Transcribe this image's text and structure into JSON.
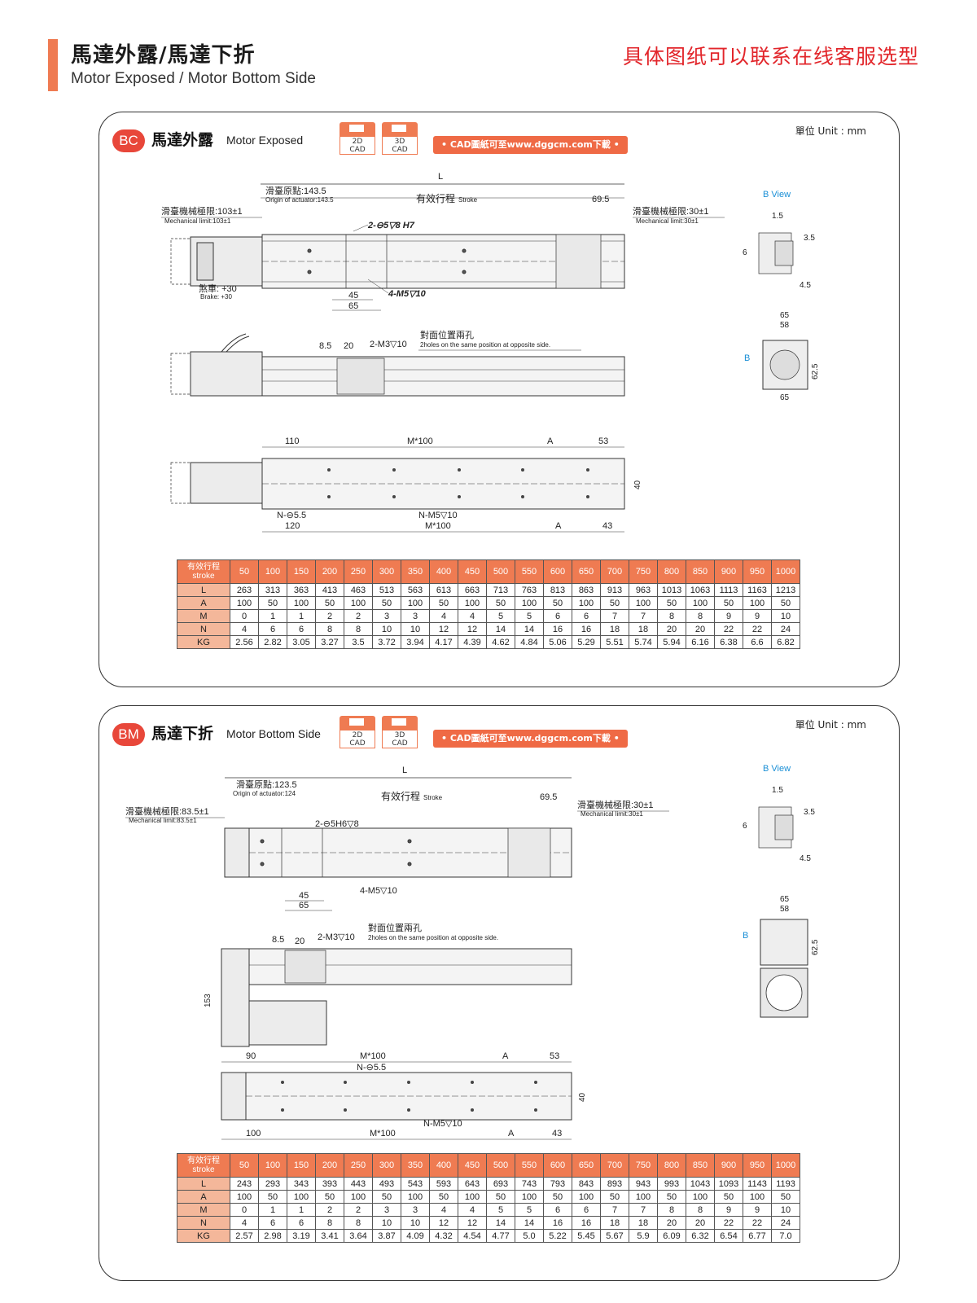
{
  "header": {
    "title": "馬達外露/馬達下折",
    "subtitle": "Motor Exposed / Motor Bottom Side",
    "right_note": "具体图纸可以联系在线客服选型"
  },
  "colors": {
    "accent": "#ef7b52",
    "badge": "#e8473a",
    "red_text": "#e2262b"
  },
  "panels": [
    {
      "badge": "BC",
      "title": "馬達外露",
      "title_en": "Motor Exposed",
      "cad2d": "2D\nCAD",
      "cad2d_a": "2D",
      "cad2d_b": "CAD",
      "cad3d_a": "3D",
      "cad3d_b": "CAD",
      "download": "• CAD圖紙可至www.dggcm.com下載 •",
      "unit": "單位 Unit : mm",
      "drawing": {
        "L": "L",
        "origin": "滑臺原點:143.5",
        "origin_en": "Origin of actuator:143.5",
        "stroke": "有效行程",
        "stroke_en": "Stroke",
        "d695": "69.5",
        "mech_left": "滑臺機械極限:103±1",
        "mech_left_en": "Mechanical limit:103±1",
        "mech_right": "滑臺機械極限:30±1",
        "mech_right_en": "Mechanical limit:30±1",
        "hole1": "2-⊖5▽8 H7",
        "hole2": "4-M5▽10",
        "brake": "煞車: +30",
        "brake_en": "Brake: +30",
        "d45": "45",
        "d65": "65",
        "d85": "8.5",
        "d20": "20",
        "m3": "2-M3▽10",
        "opp": "對面位置兩孔",
        "opp_en": "2holes on the same position at opposite side.",
        "d110": "110",
        "m100": "M*100",
        "a": "A",
        "d53": "53",
        "n55": "N-⊖5.5",
        "nm5": "N-M5▽10",
        "d120": "120",
        "m100b": "M*100",
        "a2": "A",
        "d43": "43",
        "d40": "40",
        "bview": "B  View",
        "v15": "1.5",
        "v35": "3.5",
        "v6": "6",
        "v45": "4.5",
        "v65": "65",
        "v58": "58",
        "vb": "B",
        "v625": "62.5",
        "v65b": "65"
      },
      "table": {
        "head_label_a": "有效行程",
        "head_label_b": "stroke",
        "strokes": [
          "50",
          "100",
          "150",
          "200",
          "250",
          "300",
          "350",
          "400",
          "450",
          "500",
          "550",
          "600",
          "650",
          "700",
          "750",
          "800",
          "850",
          "900",
          "950",
          "1000"
        ],
        "rows": [
          {
            "label": "L",
            "values": [
              "263",
              "313",
              "363",
              "413",
              "463",
              "513",
              "563",
              "613",
              "663",
              "713",
              "763",
              "813",
              "863",
              "913",
              "963",
              "1013",
              "1063",
              "1113",
              "1163",
              "1213"
            ]
          },
          {
            "label": "A",
            "values": [
              "100",
              "50",
              "100",
              "50",
              "100",
              "50",
              "100",
              "50",
              "100",
              "50",
              "100",
              "50",
              "100",
              "50",
              "100",
              "50",
              "100",
              "50",
              "100",
              "50"
            ]
          },
          {
            "label": "M",
            "values": [
              "0",
              "1",
              "1",
              "2",
              "2",
              "3",
              "3",
              "4",
              "4",
              "5",
              "5",
              "6",
              "6",
              "7",
              "7",
              "8",
              "8",
              "9",
              "9",
              "10"
            ]
          },
          {
            "label": "N",
            "values": [
              "4",
              "6",
              "6",
              "8",
              "8",
              "10",
              "10",
              "12",
              "12",
              "14",
              "14",
              "16",
              "16",
              "18",
              "18",
              "20",
              "20",
              "22",
              "22",
              "24"
            ]
          },
          {
            "label": "KG",
            "values": [
              "2.56",
              "2.82",
              "3.05",
              "3.27",
              "3.5",
              "3.72",
              "3.94",
              "4.17",
              "4.39",
              "4.62",
              "4.84",
              "5.06",
              "5.29",
              "5.51",
              "5.74",
              "5.94",
              "6.16",
              "6.38",
              "6.6",
              "6.82"
            ]
          }
        ]
      }
    },
    {
      "badge": "BM",
      "title": "馬達下折",
      "title_en": "Motor Bottom Side",
      "cad2d_a": "2D",
      "cad2d_b": "CAD",
      "cad3d_a": "3D",
      "cad3d_b": "CAD",
      "download": "• CAD圖紙可至www.dggcm.com下載 •",
      "unit": "單位 Unit : mm",
      "drawing": {
        "L": "L",
        "origin": "滑臺原點:123.5",
        "origin_en": "Origin of actuator:124",
        "stroke": "有效行程",
        "stroke_en": "Stroke",
        "d695": "69.5",
        "mech_left": "滑臺機械極限:83.5±1",
        "mech_left_en": "Mechanical limit:83.5±1",
        "mech_right": "滑臺機械極限:30±1",
        "mech_right_en": "Mechanical limit:30±1",
        "hole1": "2-⊖5H6▽8",
        "hole2": "4-M5▽10",
        "d45": "45",
        "d65": "65",
        "d85": "8.5",
        "d20": "20",
        "m3": "2-M3▽10",
        "opp": "對面位置兩孔",
        "opp_en": "2holes on the same position at opposite side.",
        "d153": "153",
        "d90": "90",
        "m100": "M*100",
        "a": "A",
        "d53": "53",
        "n55": "N-⊖5.5",
        "nm5": "N-M5▽10",
        "d100": "100",
        "m100b": "M*100",
        "a2": "A",
        "d43": "43",
        "d40": "40",
        "bview": "B  View",
        "v15": "1.5",
        "v35": "3.5",
        "v6": "6",
        "v45": "4.5",
        "v65": "65",
        "v58": "58",
        "vb": "B",
        "v625": "62.5"
      },
      "table": {
        "head_label_a": "有效行程",
        "head_label_b": "stroke",
        "strokes": [
          "50",
          "100",
          "150",
          "200",
          "250",
          "300",
          "350",
          "400",
          "450",
          "500",
          "550",
          "600",
          "650",
          "700",
          "750",
          "800",
          "850",
          "900",
          "950",
          "1000"
        ],
        "rows": [
          {
            "label": "L",
            "values": [
              "243",
              "293",
              "343",
              "393",
              "443",
              "493",
              "543",
              "593",
              "643",
              "693",
              "743",
              "793",
              "843",
              "893",
              "943",
              "993",
              "1043",
              "1093",
              "1143",
              "1193"
            ]
          },
          {
            "label": "A",
            "values": [
              "100",
              "50",
              "100",
              "50",
              "100",
              "50",
              "100",
              "50",
              "100",
              "50",
              "100",
              "50",
              "100",
              "50",
              "100",
              "50",
              "100",
              "50",
              "100",
              "50"
            ]
          },
          {
            "label": "M",
            "values": [
              "0",
              "1",
              "1",
              "2",
              "2",
              "3",
              "3",
              "4",
              "4",
              "5",
              "5",
              "6",
              "6",
              "7",
              "7",
              "8",
              "8",
              "9",
              "9",
              "10"
            ]
          },
          {
            "label": "N",
            "values": [
              "4",
              "6",
              "6",
              "8",
              "8",
              "10",
              "10",
              "12",
              "12",
              "14",
              "14",
              "16",
              "16",
              "18",
              "18",
              "20",
              "20",
              "22",
              "22",
              "24"
            ]
          },
          {
            "label": "KG",
            "values": [
              "2.57",
              "2.98",
              "3.19",
              "3.41",
              "3.64",
              "3.87",
              "4.09",
              "4.32",
              "4.54",
              "4.77",
              "5.0",
              "5.22",
              "5.45",
              "5.67",
              "5.9",
              "6.09",
              "6.32",
              "6.54",
              "6.77",
              "7.0"
            ]
          }
        ]
      }
    }
  ]
}
